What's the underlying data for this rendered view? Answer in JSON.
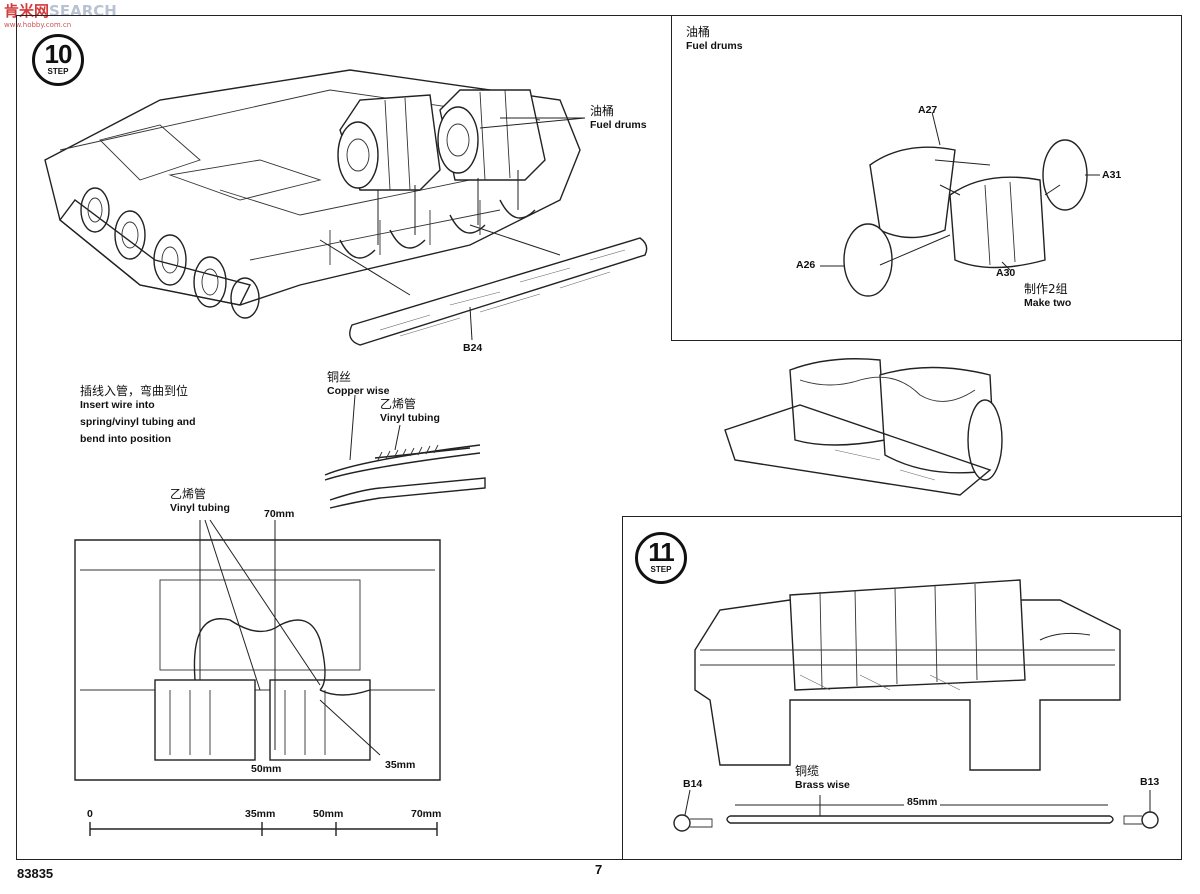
{
  "watermark": {
    "text_a": "肯",
    "text_b": "米",
    "text_c": "网",
    "search": "SEARCH",
    "sub": "www.hobby.com.cn"
  },
  "step10": {
    "number": "10",
    "word": "STEP"
  },
  "step11": {
    "number": "11",
    "word": "STEP"
  },
  "step10_labels": {
    "fuel_drums_zh": "油桶",
    "fuel_drums_en": "Fuel drums",
    "rail_part": "B24"
  },
  "detail_top_right": {
    "title_zh": "油桶",
    "title_en": "Fuel drums",
    "part_a27": "A27",
    "part_a31": "A31",
    "part_a26": "A26",
    "part_a30": "A30",
    "make_two_zh": "制作2组",
    "make_two_en": "Make two"
  },
  "wire_instructions": {
    "insert_zh": "插线入管，弯曲到位",
    "insert_en_1": "Insert wire into",
    "insert_en_2": "spring/vinyl tubing and",
    "insert_en_3": "bend into position",
    "copper_zh": "铜丝",
    "copper_en": "Copper wise",
    "vinyl_zh": "乙烯管",
    "vinyl_en": "Vinyl tubing"
  },
  "rear_view": {
    "vinyl_zh": "乙烯管",
    "vinyl_en": "Vinyl tubing",
    "len_70": "70mm",
    "len_50": "50mm",
    "len_35": "35mm"
  },
  "ruler": {
    "tick_0": "0",
    "tick_35": "35mm",
    "tick_50": "50mm",
    "tick_70": "70mm",
    "ticks_mm": [
      0,
      35,
      50,
      70
    ]
  },
  "step11_labels": {
    "brass_zh": "铜缆",
    "brass_en": "Brass wise",
    "part_b14": "B14",
    "part_b13": "B13",
    "length": "85mm"
  },
  "footer": {
    "kit_number": "83835",
    "page_number": "7"
  }
}
